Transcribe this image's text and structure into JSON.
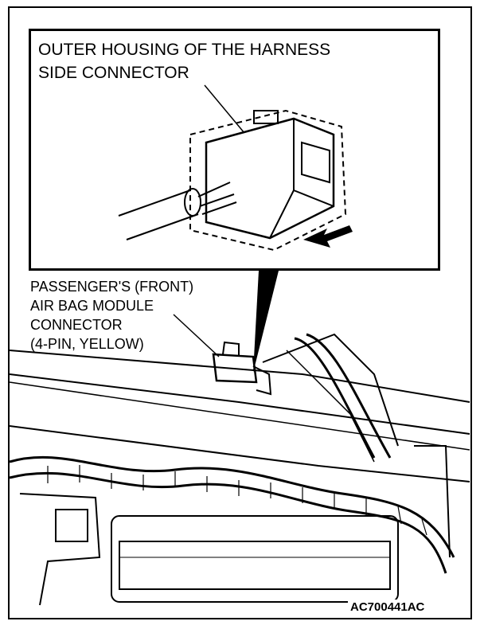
{
  "callout_top": {
    "line1": "OUTER HOUSING OF THE HARNESS",
    "line2": "SIDE CONNECTOR"
  },
  "callout_main": {
    "line1": "PASSENGER'S (FRONT)",
    "line2": "AIR BAG MODULE",
    "line3": "CONNECTOR",
    "line4": "(4-PIN, YELLOW)"
  },
  "figure_code": "AC700441AC",
  "colors": {
    "ink": "#000000",
    "paper": "#ffffff"
  }
}
